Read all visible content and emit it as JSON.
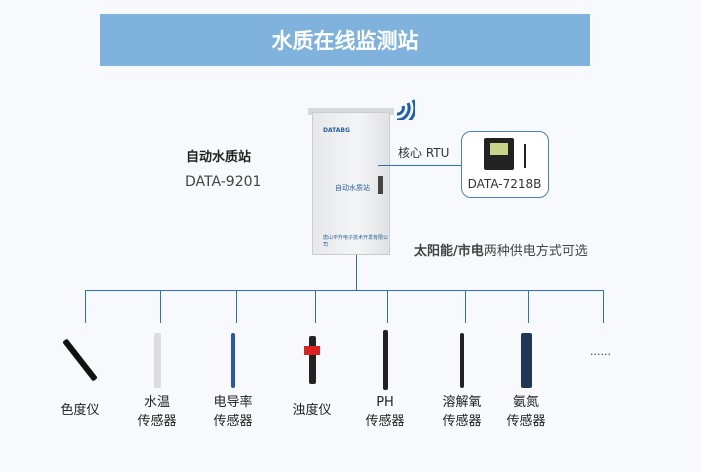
{
  "title": "水质在线监测站",
  "station": {
    "name": "自动水质站",
    "model": "DATA-9201",
    "cabinet_brand": "DATABG",
    "cabinet_label": "自动水质站",
    "cabinet_company": "唐山平升电子技术开发有限公司"
  },
  "rtu": {
    "label": "核心 RTU",
    "model": "DATA-7218B"
  },
  "power": {
    "bold": "太阳能/市电",
    "rest": "两种供电方式可选"
  },
  "sensors": [
    {
      "line1": "",
      "line2": "色度仪"
    },
    {
      "line1": "水温",
      "line2": "传感器"
    },
    {
      "line1": "电导率",
      "line2": "传感器"
    },
    {
      "line1": "",
      "line2": "浊度仪"
    },
    {
      "line1": "PH",
      "line2": "传感器"
    },
    {
      "line1": "溶解氧",
      "line2": "传感器"
    },
    {
      "line1": "氨氮",
      "line2": "传感器"
    }
  ],
  "more": "......",
  "colors": {
    "banner": "#80b2de",
    "line": "#2b72b8"
  }
}
